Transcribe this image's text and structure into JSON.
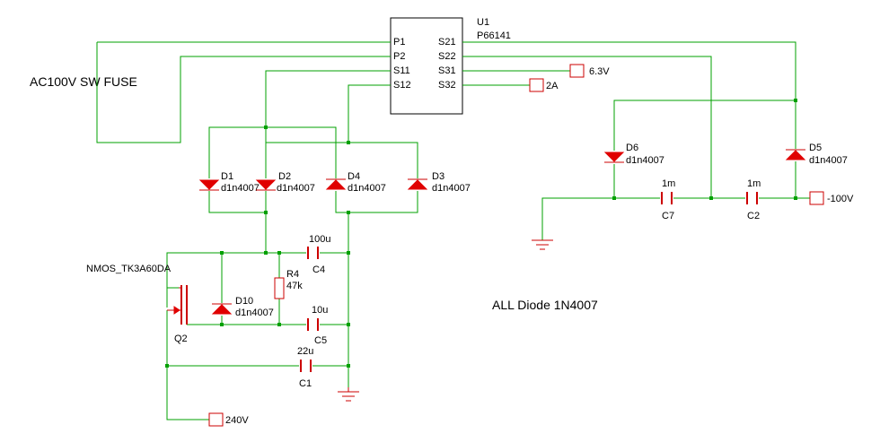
{
  "title_note": "AC100V SW FUSE",
  "footer_note": "ALL Diode 1N4007",
  "ic": {
    "ref": "U1",
    "part": "P66141",
    "pins_left": [
      "P1",
      "P2",
      "S11",
      "S12"
    ],
    "pins_right": [
      "S21",
      "S22",
      "S31",
      "S32"
    ]
  },
  "ports": {
    "p63v": "6.3V",
    "p2a": "2A",
    "pm100v": "-100V",
    "p240v": "240V"
  },
  "diodes": [
    {
      "id": "d1",
      "ref": "D1",
      "part": "d1n4007"
    },
    {
      "id": "d2",
      "ref": "D2",
      "part": "d1n4007"
    },
    {
      "id": "d4",
      "ref": "D4",
      "part": "d1n4007"
    },
    {
      "id": "d3",
      "ref": "D3",
      "part": "d1n4007"
    },
    {
      "id": "d10",
      "ref": "D10",
      "part": "d1n4007"
    },
    {
      "id": "d6",
      "ref": "D6",
      "part": "d1n4007"
    },
    {
      "id": "d5",
      "ref": "D5",
      "part": "d1n4007"
    }
  ],
  "capacitors": [
    {
      "id": "c4",
      "ref": "C4",
      "value": "100u"
    },
    {
      "id": "c5",
      "ref": "C5",
      "value": "10u"
    },
    {
      "id": "c1",
      "ref": "C1",
      "value": "22u"
    },
    {
      "id": "c7",
      "ref": "C7",
      "value": "1m"
    },
    {
      "id": "c2",
      "ref": "C2",
      "value": "1m"
    }
  ],
  "resistor": {
    "ref": "R4",
    "value": "47k"
  },
  "transistor": {
    "ref": "Q2",
    "part": "NMOS_TK3A60DA"
  }
}
